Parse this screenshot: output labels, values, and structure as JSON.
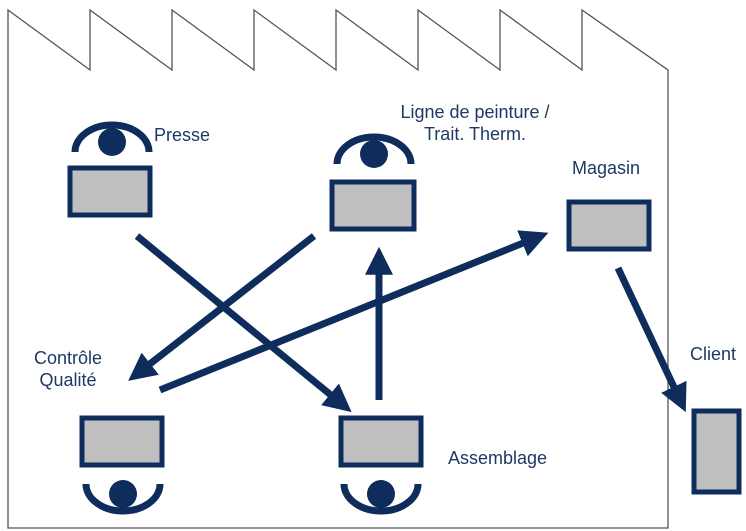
{
  "colors": {
    "navy": "#0f2d5c",
    "box_fill": "#bfbfbf",
    "factory_outline": "#555555",
    "label_text": "#1f3864"
  },
  "stations": {
    "presse": {
      "label": "Presse"
    },
    "peinture": {
      "label_line1": "Ligne de peinture /",
      "label_line2": "Trait. Therm."
    },
    "magasin": {
      "label": "Magasin"
    },
    "controle": {
      "label_line1": "Contrôle",
      "label_line2": "Qualité"
    },
    "assemblage": {
      "label": "Assemblage"
    },
    "client": {
      "label": "Client"
    }
  },
  "icons": [
    "operator-icon",
    "workstation-box",
    "arrow"
  ]
}
